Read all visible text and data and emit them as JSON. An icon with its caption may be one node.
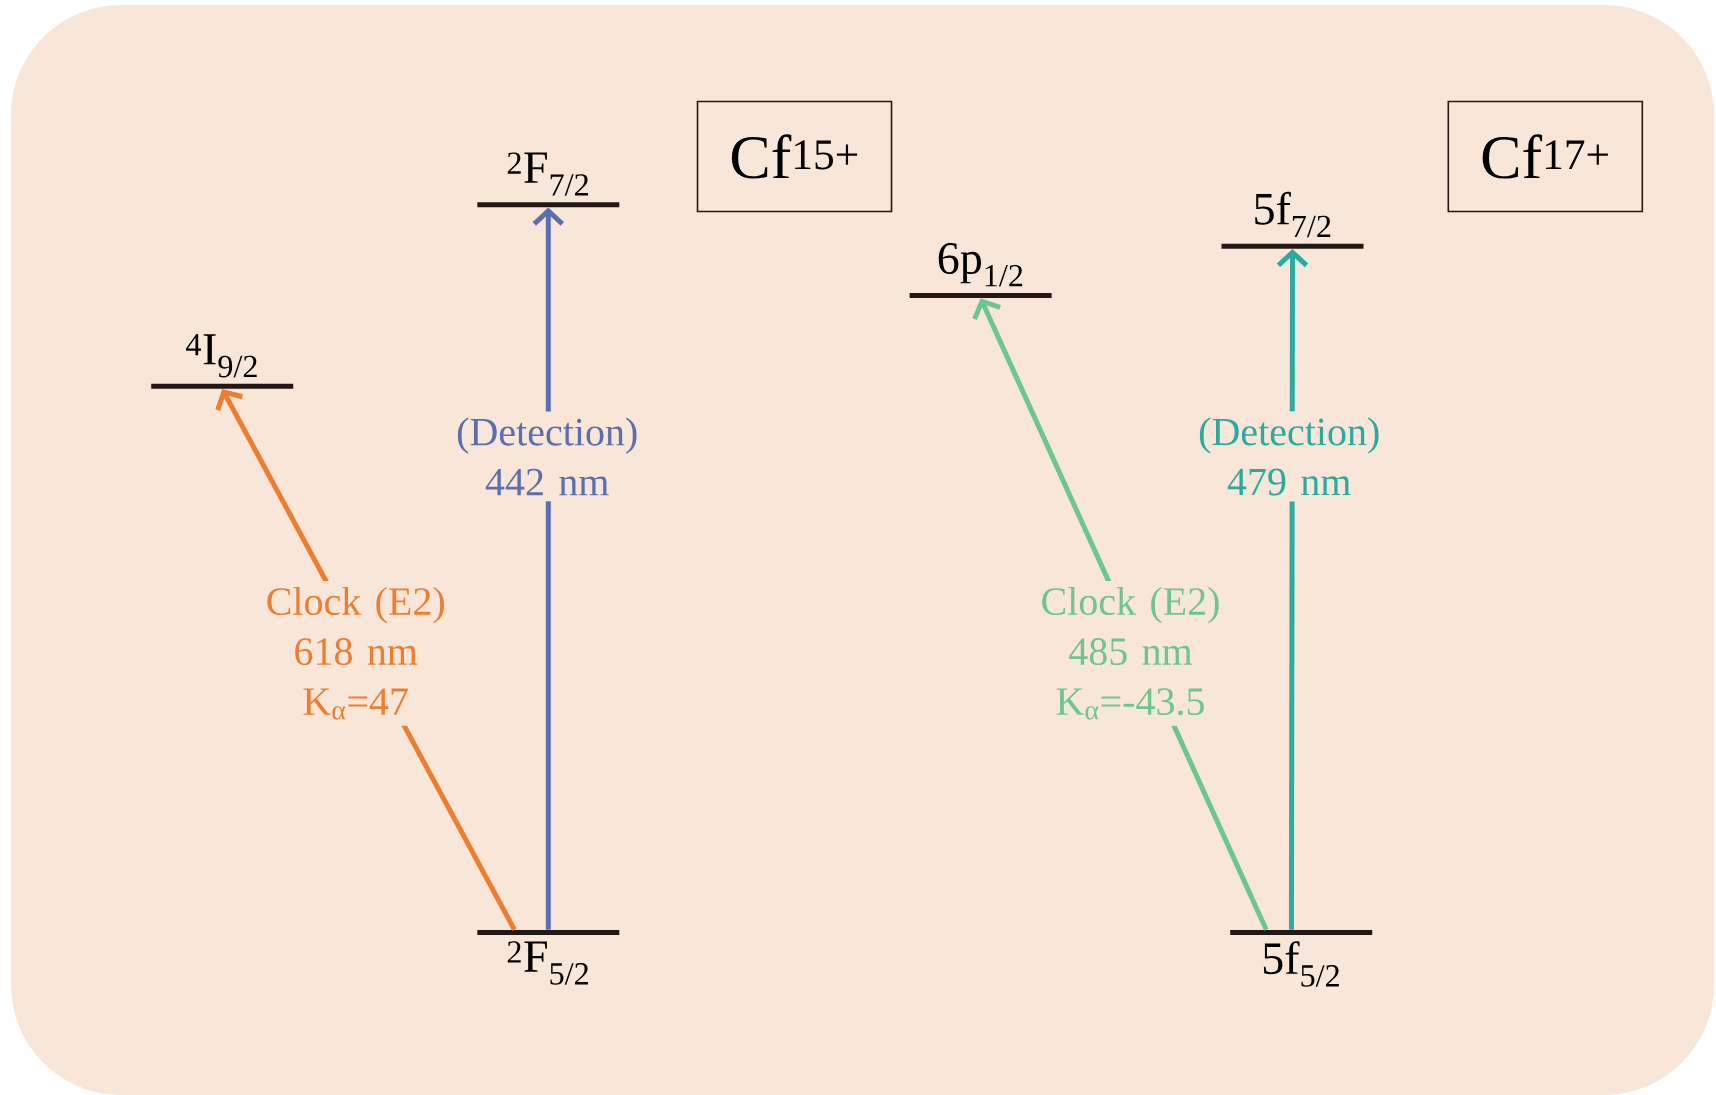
{
  "diagram": {
    "nodes": [
      {
        "text": [
          "Cf$^{15+}$"
        ]
      },
      {
        "text": [
          "$^{4}$I$_{9/2}$"
        ]
      },
      {
        "text": [
          "$^{2}$F$_{7/2}$"
        ]
      },
      {
        "text": [
          "$^{2}$F$_{5/2}$"
        ]
      },
      {
        "text": [
          "Cf$^{17+}$"
        ]
      },
      {
        "text": [
          "6p$_{1/2}$"
        ]
      },
      {
        "text": [
          "5f$_{7/2}$"
        ]
      },
      {
        "text": [
          "5f$_{5/2}$"
        ]
      }
    ],
    "edges": [
      {
        "from": 3,
        "to": 1,
        "arrow": "to",
        "label": "Clock (E2) 618 nm K$_{α}$=47",
        "color": "#ed7d31"
      },
      {
        "from": 3,
        "to": 2,
        "arrow": "to",
        "label": "(Detection) 442 nm",
        "color": "#5b6fae"
      },
      {
        "from": 7,
        "to": 5,
        "arrow": "to",
        "label": "Clock (E2) 485 nm K$_{α}$=-43.5",
        "color": "#6cc68e"
      },
      {
        "from": 7,
        "to": 6,
        "arrow": "to",
        "label": "(Detection) 479 nm",
        "color": "#2aaaa0"
      }
    ]
  }
}
